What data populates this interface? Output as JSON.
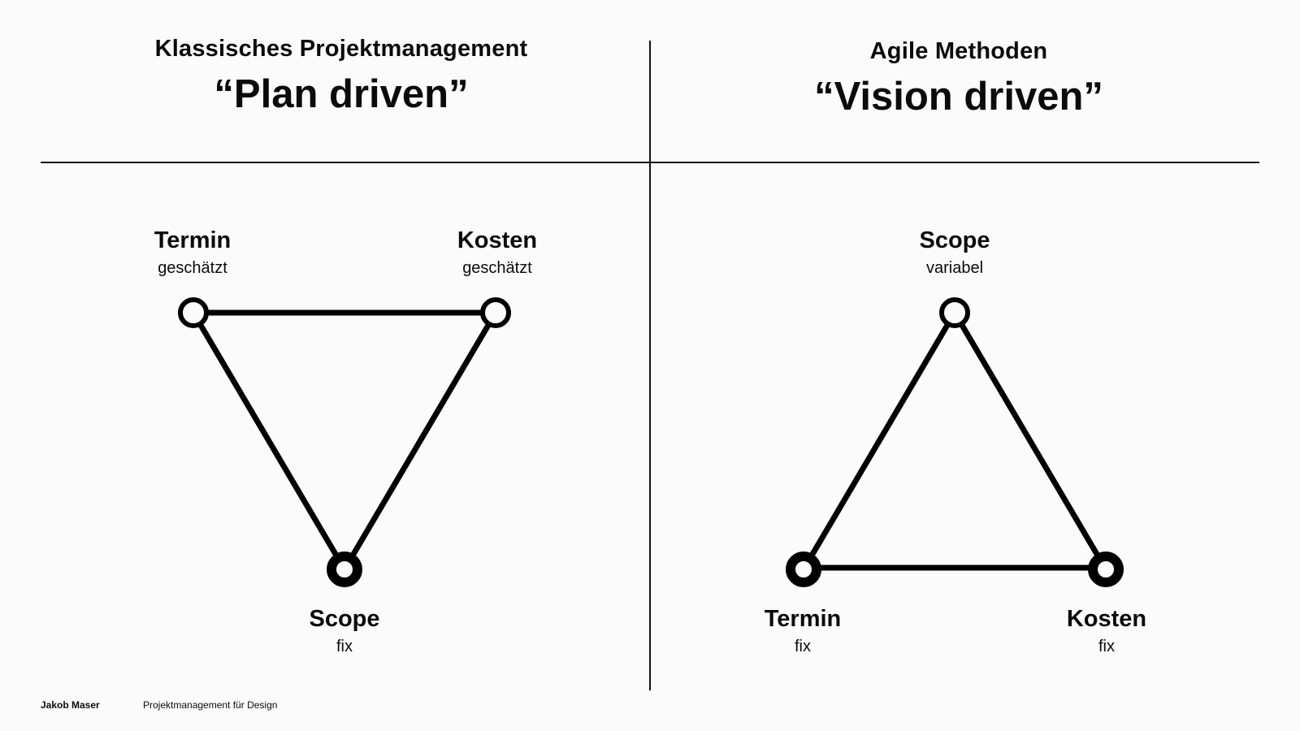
{
  "left": {
    "subtitle": "Klassisches Projektmanagement",
    "title": "“Plan driven”",
    "nodes": {
      "termin": {
        "name": "Termin",
        "state": "geschätzt"
      },
      "kosten": {
        "name": "Kosten",
        "state": "geschätzt"
      },
      "scope": {
        "name": "Scope",
        "state": "fix"
      }
    }
  },
  "right": {
    "subtitle": "Agile Methoden",
    "title": "“Vision driven”",
    "nodes": {
      "scope": {
        "name": "Scope",
        "state": "variabel"
      },
      "termin": {
        "name": "Termin",
        "state": "fix"
      },
      "kosten": {
        "name": "Kosten",
        "state": "fix"
      }
    }
  },
  "footer": {
    "author": "Jakob Maser",
    "course": "Projektmanagement für Design"
  },
  "colors": {
    "background": "#fbfbfb",
    "ink": "#000000"
  }
}
